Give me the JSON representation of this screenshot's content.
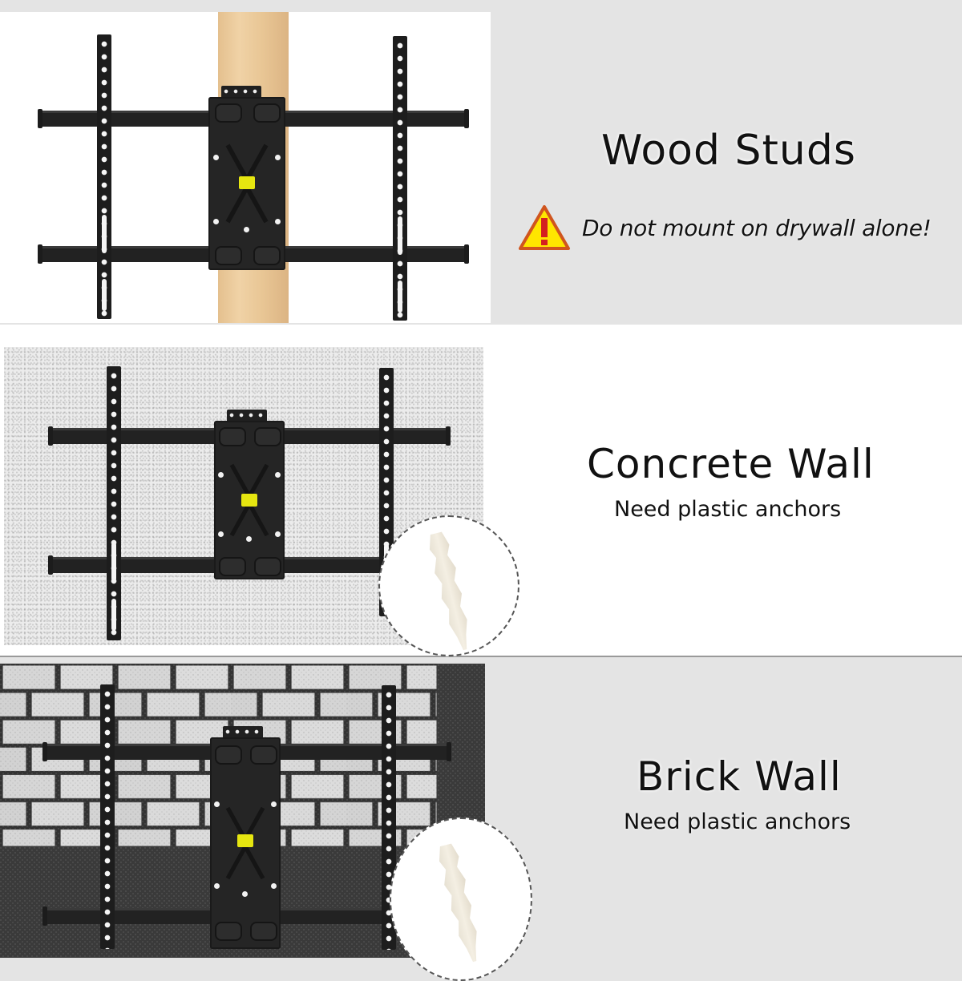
{
  "sections": [
    {
      "id": "wood",
      "title": "Wood Studs",
      "warning": {
        "icon": "warning-triangle-icon",
        "text": "Do not mount on drywall alone!",
        "icon_colors": {
          "fill": "#ffe600",
          "stroke": "#d0551e",
          "mark": "#d42020"
        }
      },
      "image": {
        "wall_type": "wood-stud",
        "background": "#ffffff",
        "stud_color": "#ebc898"
      }
    },
    {
      "id": "concrete",
      "title": "Concrete Wall",
      "subtitle": "Need plastic anchors",
      "image": {
        "wall_type": "concrete",
        "inset": "plastic-anchor"
      }
    },
    {
      "id": "brick",
      "title": "Brick Wall",
      "subtitle": "Need plastic anchors",
      "image": {
        "wall_type": "brick",
        "inset": "plastic-anchor"
      }
    }
  ],
  "colors": {
    "page_gray": "#e4e4e4",
    "mount_black": "#222222",
    "logo_yellow": "#e6e610",
    "divider": "#9a9a9a"
  }
}
